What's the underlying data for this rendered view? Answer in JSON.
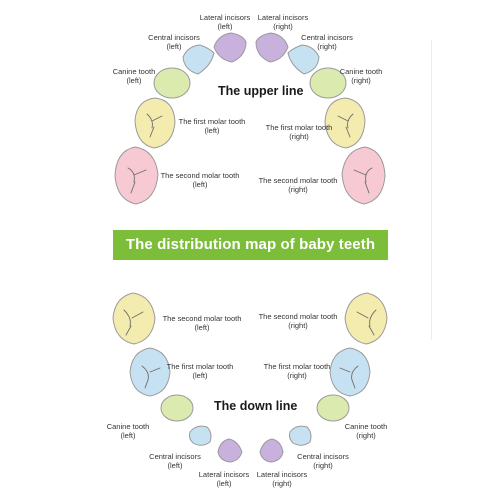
{
  "title": "The distribution map of baby teeth",
  "upper": {
    "heading": "The upper line",
    "lateral_left": [
      "Lateral incisors",
      "(left)"
    ],
    "lateral_right": [
      "Lateral incisors",
      "(right)"
    ],
    "central_left": [
      "Central incisors",
      "(left)"
    ],
    "central_right": [
      "Central incisors",
      "(right)"
    ],
    "canine_left": [
      "Canine tooth",
      "(left)"
    ],
    "canine_right": [
      "Canine tooth",
      "(right)"
    ],
    "first_molar_left": [
      "The first molar tooth",
      "(left)"
    ],
    "first_molar_right": [
      "The first molar tooth",
      "(right)"
    ],
    "second_molar_left": [
      "The second molar tooth",
      "(left)"
    ],
    "second_molar_right": [
      "The second molar tooth",
      "(right)"
    ]
  },
  "lower": {
    "heading": "The down line",
    "second_molar_left": [
      "The second molar tooth",
      "(left)"
    ],
    "second_molar_right": [
      "The second molar tooth",
      "(right)"
    ],
    "first_molar_left": [
      "The first molar tooth",
      "(left)"
    ],
    "first_molar_right": [
      "The first molar tooth",
      "(right)"
    ],
    "canine_left": [
      "Canine tooth",
      "(left)"
    ],
    "canine_right": [
      "Canine tooth",
      "(right)"
    ],
    "central_left": [
      "Central incisors",
      "(left)"
    ],
    "central_right": [
      "Central incisors",
      "(right)"
    ],
    "lateral_left": [
      "Lateral incisors",
      "(left)"
    ],
    "lateral_right": [
      "Lateral incisors",
      "(right)"
    ]
  },
  "colors": {
    "lateral": "#c8b1dd",
    "central": "#c6e1f1",
    "canine": "#dbeaae",
    "first_molar_upper": "#f4ecae",
    "second_molar_upper": "#f6c9d3",
    "second_molar_lower": "#f4ecae",
    "first_molar_lower": "#c6e1f1",
    "outline": "#9a9a9a",
    "banner": "#7cbe3a"
  }
}
